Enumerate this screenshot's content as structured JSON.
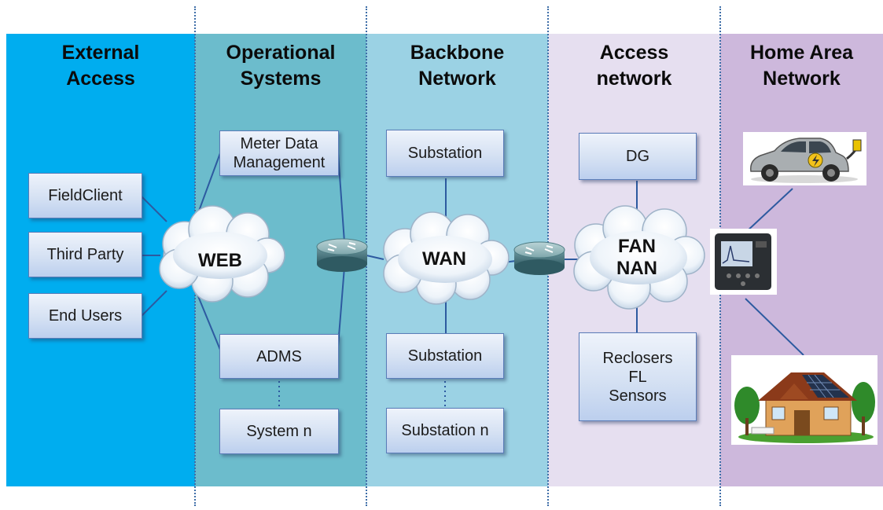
{
  "colors": {
    "external_access": "#00adef",
    "operational_systems": "#6cbccc",
    "backbone_network": "#9bd2e4",
    "access_network": "#e6dff0",
    "home_area_network": "#cdb8dc"
  },
  "columns": {
    "external_access": "External\nAccess",
    "operational_systems": "Operational\nSystems",
    "backbone_network": "Backbone\nNetwork",
    "access_network": "Access\nnetwork",
    "home_area_network": "Home Area\nNetwork"
  },
  "external": {
    "field_client": "FieldClient",
    "third_party": "Third Party",
    "end_users": "End Users"
  },
  "operational": {
    "mdm": "Meter Data\nManagement",
    "adms": "ADMS",
    "system_n": "System n"
  },
  "backbone": {
    "substation_top": "Substation",
    "substation_bottom": "Substation",
    "substation_n": "Substation n"
  },
  "access": {
    "dg": "DG",
    "reclosers": "Reclosers\nFL\nSensors"
  },
  "clouds": {
    "web": "WEB",
    "wan": "WAN",
    "fan": "FAN\nNAN"
  },
  "icons": [
    "router-icon",
    "electric-car-icon",
    "smart-meter-icon",
    "solar-house-icon"
  ]
}
